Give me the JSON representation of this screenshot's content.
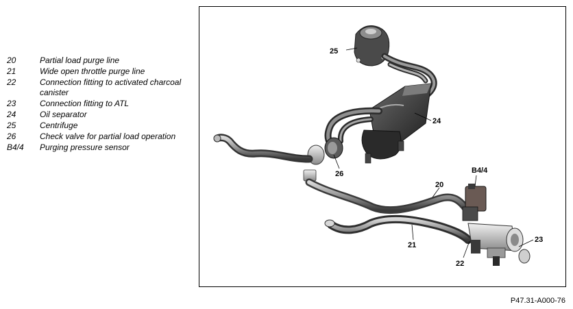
{
  "legend": [
    {
      "num": "20",
      "desc": "Partial load purge line"
    },
    {
      "num": "21",
      "desc": "Wide open throttle purge line"
    },
    {
      "num": "22",
      "desc": "Connection fitting to activated charcoal canister"
    },
    {
      "num": "23",
      "desc": "Connection fitting to ATL"
    },
    {
      "num": "24",
      "desc": "Oil separator"
    },
    {
      "num": "25",
      "desc": "Centrifuge"
    },
    {
      "num": "26",
      "desc": "Check valve for partial load operation"
    },
    {
      "num": "B4/4",
      "desc": "Purging pressure sensor"
    }
  ],
  "callouts": {
    "c25": "25",
    "c24": "24",
    "c26": "26",
    "c20": "20",
    "cB44": "B4/4",
    "c21": "21",
    "c22": "22",
    "c23": "23"
  },
  "figure_id": "P47.31-A000-76"
}
